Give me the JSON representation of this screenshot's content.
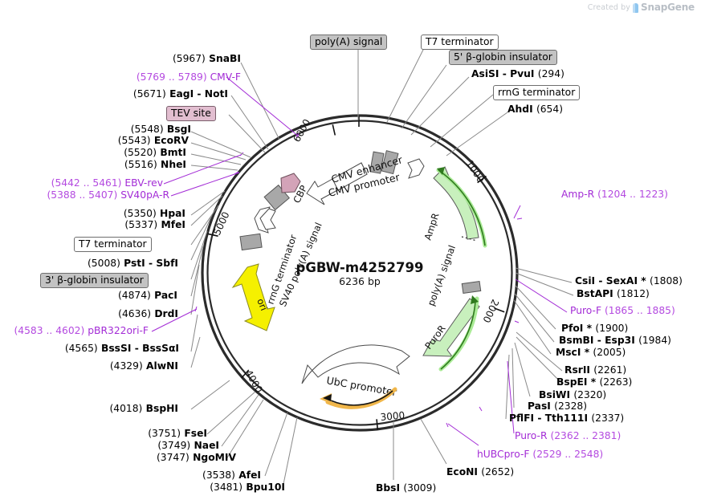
{
  "watermark": {
    "prefix": "Created by",
    "brand": "SnapGene",
    "logo_icon": "snapgene-logo-icon"
  },
  "plasmid": {
    "name": "pGBW-m4252799",
    "size": "6236 bp",
    "tick_labels": [
      "1000",
      "2000",
      "3000",
      "4000",
      "5000",
      "6000"
    ]
  },
  "ring_features": [
    {
      "name": "CMV enhancer",
      "label": "CMV enhancer"
    },
    {
      "name": "CMV promoter",
      "label": "CMV promoter"
    },
    {
      "name": "AmpR",
      "label": "AmpR"
    },
    {
      "name": "poly(A) signal upper",
      "label": "poly(A) signal"
    },
    {
      "name": "PuroR",
      "label": "PuroR"
    },
    {
      "name": "UbC promoter",
      "label": "UbC promoter"
    },
    {
      "name": "ori",
      "label": "ori"
    },
    {
      "name": "rrnG terminator",
      "label": "rrnG terminator"
    },
    {
      "name": "SV40 poly(A) signal",
      "label": "SV40 poly(A) signal"
    },
    {
      "name": "CBP",
      "label": "CBP"
    }
  ],
  "labels_top": [
    {
      "id": "polya-signal-top",
      "kind": "feature-grey",
      "text": "poly(A) signal"
    },
    {
      "id": "t7-terminator-top",
      "kind": "feature-plain",
      "text": "T7 terminator"
    },
    {
      "id": "beta-globin-5",
      "kind": "feature-grey",
      "text": "5' β-globin insulator"
    },
    {
      "id": "asisi-pvui",
      "kind": "enzyme",
      "name": "AsiSI  -  PvuI",
      "pos": "(294)"
    },
    {
      "id": "rrng-terminator-top",
      "kind": "feature-plain",
      "text": "rrnG terminator"
    },
    {
      "id": "ahdi",
      "kind": "enzyme",
      "name": "AhdI",
      "pos": "(654)"
    }
  ],
  "labels_left": [
    {
      "id": "snabi",
      "kind": "enzyme-pre",
      "pos": "(5967)",
      "name": "SnaBI"
    },
    {
      "id": "cmv-f",
      "kind": "primer-pre",
      "pos": "(5769 .. 5789)",
      "name": "CMV-F"
    },
    {
      "id": "eagi-noti",
      "kind": "enzyme-pre",
      "pos": "(5671)",
      "name": "EagI  -  NotI"
    },
    {
      "id": "tev-site",
      "kind": "feature-pink",
      "text": "TEV site"
    },
    {
      "id": "bsgi",
      "kind": "enzyme-pre",
      "pos": "(5548)",
      "name": "BsgI"
    },
    {
      "id": "ecorv",
      "kind": "enzyme-pre",
      "pos": "(5543)",
      "name": "EcoRV"
    },
    {
      "id": "bmti",
      "kind": "enzyme-pre",
      "pos": "(5520)",
      "name": "BmtI"
    },
    {
      "id": "nhei",
      "kind": "enzyme-pre",
      "pos": "(5516)",
      "name": "NheI"
    },
    {
      "id": "ebv-rev",
      "kind": "primer-pre",
      "pos": "(5442 .. 5461)",
      "name": "EBV-rev"
    },
    {
      "id": "sv40pa-r",
      "kind": "primer-pre",
      "pos": "(5388 .. 5407)",
      "name": "SV40pA-R"
    },
    {
      "id": "hpai",
      "kind": "enzyme-pre",
      "pos": "(5350)",
      "name": "HpaI"
    },
    {
      "id": "mfei",
      "kind": "enzyme-pre",
      "pos": "(5337)",
      "name": "MfeI"
    },
    {
      "id": "t7-terminator-left",
      "kind": "feature-plain",
      "text": "T7 terminator"
    },
    {
      "id": "psti-sbfi",
      "kind": "enzyme-pre",
      "pos": "(5008)",
      "name": "PstI  -  SbfI"
    },
    {
      "id": "beta-globin-3",
      "kind": "feature-grey",
      "text": "3' β-globin insulator"
    },
    {
      "id": "paci",
      "kind": "enzyme-pre",
      "pos": "(4874)",
      "name": "PacI"
    },
    {
      "id": "drdi",
      "kind": "enzyme-pre",
      "pos": "(4636)",
      "name": "DrdI"
    },
    {
      "id": "pbr322ori-f",
      "kind": "primer-pre",
      "pos": "(4583 .. 4602)",
      "name": "pBR322ori-F"
    },
    {
      "id": "bsssi-bsssai",
      "kind": "enzyme-pre",
      "pos": "(4565)",
      "name": "BssSI  -  BssSαI"
    },
    {
      "id": "alwni",
      "kind": "enzyme-pre",
      "pos": "(4329)",
      "name": "AlwNI"
    },
    {
      "id": "bsphi",
      "kind": "enzyme-pre",
      "pos": "(4018)",
      "name": "BspHI"
    },
    {
      "id": "fsei",
      "kind": "enzyme-pre",
      "pos": "(3751)",
      "name": "FseI"
    },
    {
      "id": "naei",
      "kind": "enzyme-pre",
      "pos": "(3749)",
      "name": "NaeI"
    },
    {
      "id": "ngomiv",
      "kind": "enzyme-pre",
      "pos": "(3747)",
      "name": "NgoMIV"
    },
    {
      "id": "afei",
      "kind": "enzyme-pre",
      "pos": "(3538)",
      "name": "AfeI"
    },
    {
      "id": "bpu10i",
      "kind": "enzyme-pre",
      "pos": "(3481)",
      "name": "Bpu10I"
    }
  ],
  "labels_bottom": [
    {
      "id": "bbsi",
      "kind": "enzyme-post",
      "name": "BbsI",
      "pos": "(3009)"
    },
    {
      "id": "econi",
      "kind": "enzyme-post",
      "name": "EcoNI",
      "pos": "(2652)"
    },
    {
      "id": "hubcpro-f",
      "kind": "primer-post",
      "name": "hUBCpro-F",
      "pos": "(2529 .. 2548)"
    }
  ],
  "labels_right": [
    {
      "id": "amp-r",
      "kind": "primer-post",
      "name": "Amp-R",
      "pos": "(1204 .. 1223)"
    },
    {
      "id": "csii-sexai",
      "kind": "enzyme-post",
      "name": "CsiI  -  SexAI *",
      "pos": "(1808)"
    },
    {
      "id": "bstapi",
      "kind": "enzyme-post",
      "name": "BstAPI",
      "pos": "(1812)"
    },
    {
      "id": "puro-f",
      "kind": "primer-post",
      "name": "Puro-F",
      "pos": "(1865 .. 1885)"
    },
    {
      "id": "pfoi",
      "kind": "enzyme-post",
      "name": "PfoI *",
      "pos": "(1900)"
    },
    {
      "id": "bsmbi-esp3i",
      "kind": "enzyme-post",
      "name": "BsmBI  -  Esp3I",
      "pos": "(1984)"
    },
    {
      "id": "msci",
      "kind": "enzyme-post",
      "name": "MscI *",
      "pos": "(2005)"
    },
    {
      "id": "rsrii",
      "kind": "enzyme-post",
      "name": "RsrII",
      "pos": "(2261)"
    },
    {
      "id": "bspei",
      "kind": "enzyme-post",
      "name": "BspEI *",
      "pos": "(2263)"
    },
    {
      "id": "bsiwi",
      "kind": "enzyme-post",
      "name": "BsiWI",
      "pos": "(2320)"
    },
    {
      "id": "pasi",
      "kind": "enzyme-post",
      "name": "PasI",
      "pos": "(2328)"
    },
    {
      "id": "pflfi-tth111i",
      "kind": "enzyme-post",
      "name": "PflFI  -  Tth111I",
      "pos": "(2337)"
    },
    {
      "id": "puro-r",
      "kind": "primer-post",
      "name": "Puro-R",
      "pos": "(2362 .. 2381)"
    }
  ],
  "colors": {
    "primer": "#a32cd6",
    "ampr_fill": "#c8f0bd",
    "puror_fill": "#c8f0bd",
    "ori_fill": "#f5f000",
    "cbp_fill": "#d3a3b8",
    "marker_grey": "#a8a8a8",
    "backbone": "#2b2b2b",
    "ubc_arrow": "#f0b64a"
  }
}
